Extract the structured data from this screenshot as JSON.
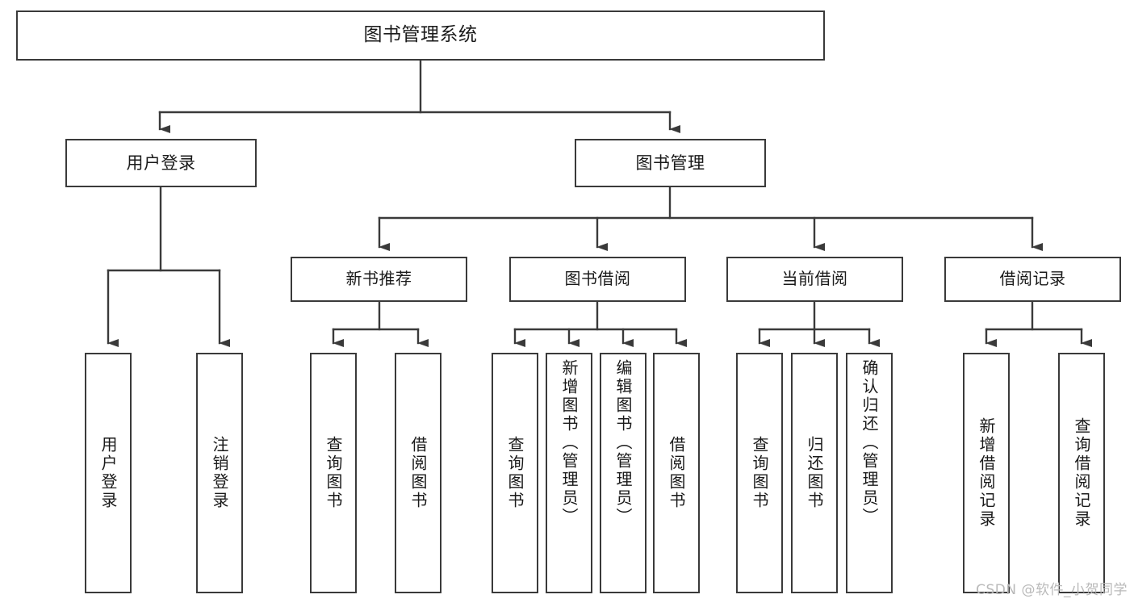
{
  "diagram": {
    "title": "图书管理系统",
    "type": "functional-structure-tree",
    "root": {
      "id": "root",
      "label": "图书管理系统",
      "children": [
        {
          "id": "user-login",
          "label": "用户登录",
          "children": [
            {
              "id": "user-login-login",
              "label": "用户登录"
            },
            {
              "id": "user-login-logout",
              "label": "注销登录"
            }
          ]
        },
        {
          "id": "book-management",
          "label": "图书管理",
          "children": [
            {
              "id": "new-book-recommend",
              "label": "新书推荐",
              "children": [
                {
                  "id": "recommend-query-book",
                  "label": "查询图书"
                },
                {
                  "id": "recommend-borrow-book",
                  "label": "借阅图书"
                }
              ]
            },
            {
              "id": "book-borrow",
              "label": "图书借阅",
              "children": [
                {
                  "id": "borrow-query-book",
                  "label": "查询图书"
                },
                {
                  "id": "borrow-add-book",
                  "label": "新增图书（管理员）"
                },
                {
                  "id": "borrow-edit-book",
                  "label": "编辑图书（管理员）"
                },
                {
                  "id": "borrow-borrow-book",
                  "label": "借阅图书"
                }
              ]
            },
            {
              "id": "current-borrow",
              "label": "当前借阅",
              "children": [
                {
                  "id": "current-query-book",
                  "label": "查询图书"
                },
                {
                  "id": "current-return-book",
                  "label": "归还图书"
                },
                {
                  "id": "current-confirm-return",
                  "label": "确认归还（管理员）"
                }
              ]
            },
            {
              "id": "borrow-record",
              "label": "借阅记录",
              "children": [
                {
                  "id": "record-add",
                  "label": "新增借阅记录"
                },
                {
                  "id": "record-query",
                  "label": "查询借阅记录"
                }
              ]
            }
          ]
        }
      ]
    }
  },
  "colors": {
    "node_border": "#3a3a3a",
    "node_fill": "#ffffff",
    "connector": "#3a3a3a",
    "text": "#1a1a1a",
    "watermark": "#b9b9b9",
    "background": "#ffffff"
  },
  "watermark": {
    "text": "CSDN @软件_小贺同学"
  }
}
